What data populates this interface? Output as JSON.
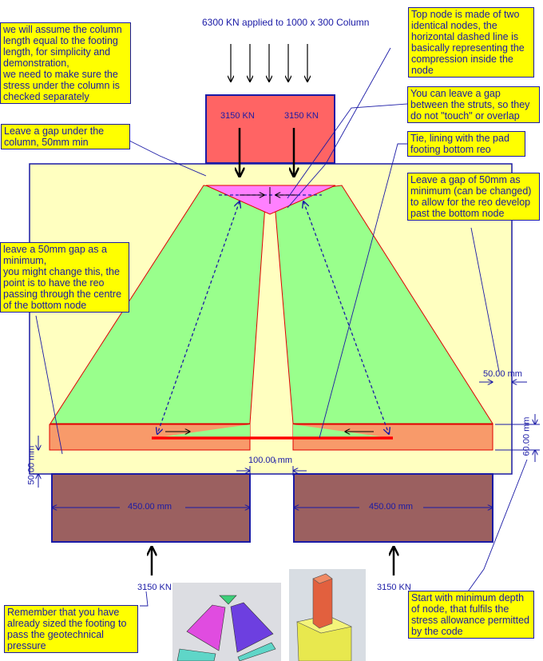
{
  "title": "6300 KN applied to 1000 x 300 Column",
  "loads": {
    "column_left": "3150 KN",
    "column_right": "3150 KN",
    "reaction_left": "3150 KN",
    "reaction_right": "3150 KN"
  },
  "dimensions": {
    "left_pad_width": "450.00 mm",
    "right_pad_width": "450.00 mm",
    "strut_gap": "100.00 mm",
    "edge_gap": "50.00 mm",
    "bottom_gap": "50.00 mm",
    "node_depth": "60.00 mm"
  },
  "notes": {
    "column_length": "we will assume the column\nlength equal to the footing\nlength, for simplicity and\ndemonstration,\nwe need to make sure the\nstress under the column is\nchecked separately",
    "top_node": "Top node is made of two\nidentical nodes, the\nhorizontal dashed line is\nbasically representing the\ncompression inside the\nnode",
    "gap_under_column": "Leave a gap under the\ncolumn, 50mm min",
    "strut_gap": "You can leave a gap\nbetween the struts, so they\ndo not \"touch\" or overlap",
    "tie": "Tie, lining with the pad\nfooting bottom reo",
    "develop": "Leave a gap of 50mm as\nminimum (can be changed)\nto allow for the reo develop\npast the bottom node",
    "bottom_gap": "leave a 50mm gap as a\nminimum,\nyou might change this, the\npoint is to have the reo\npassing through the centre\nof the bottom node",
    "geotechnical": "Remember that you have\nalready sized the footing to\npass the geotechnical\npressure",
    "node_depth": "Start with minimum depth\nof node, that fulfils the\nstress allowance permitted\nby the code"
  },
  "colors": {
    "footing": "#ffffc0",
    "strut": "#99ff8c",
    "node_top": "#ff80ff",
    "node_bottom": "#f89a6a",
    "column": "#ff6464",
    "pad": "#9b6060",
    "tie": "#ff0000",
    "outline": "#1a1aa6",
    "note_bg": "#ffff00"
  }
}
